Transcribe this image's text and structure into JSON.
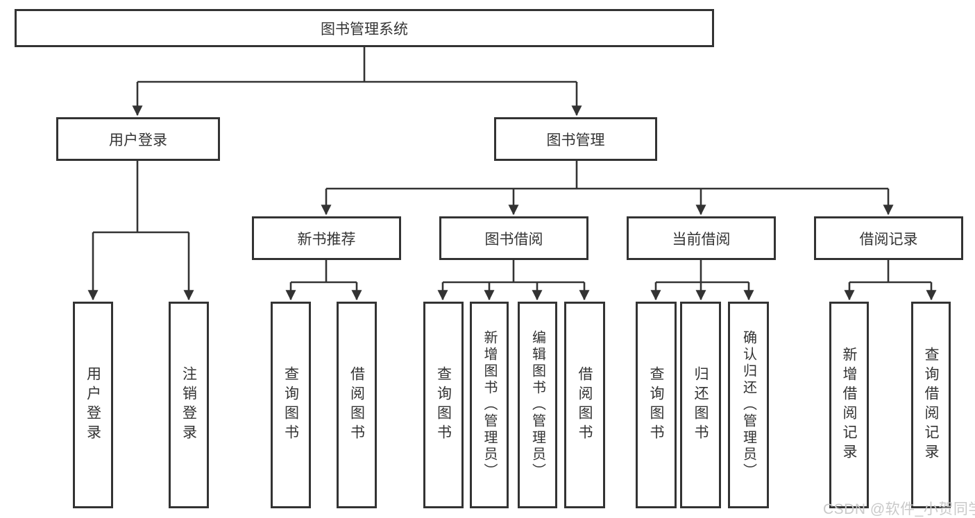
{
  "diagram": {
    "type": "hierarchy-tree",
    "root": "图书管理系统",
    "children": [
      {
        "label": "用户登录",
        "children": [
          {
            "label": "用户登录"
          },
          {
            "label": "注销登录"
          }
        ]
      },
      {
        "label": "图书管理",
        "children": [
          {
            "label": "新书推荐",
            "children": [
              {
                "label": "查询图书"
              },
              {
                "label": "借阅图书"
              }
            ]
          },
          {
            "label": "图书借阅",
            "children": [
              {
                "label": "查询图书"
              },
              {
                "label": "新增图书（管理员）"
              },
              {
                "label": "编辑图书（管理员）"
              },
              {
                "label": "借阅图书"
              }
            ]
          },
          {
            "label": "当前借阅",
            "children": [
              {
                "label": "查询图书"
              },
              {
                "label": "归还图书"
              },
              {
                "label": "确认归还（管理员）"
              }
            ]
          },
          {
            "label": "借阅记录",
            "children": [
              {
                "label": "新增借阅记录"
              },
              {
                "label": "查询借阅记录"
              }
            ]
          }
        ]
      }
    ]
  },
  "watermark": "CSDN @软件_小贺同学",
  "colors": {
    "line": "#333333",
    "box_border": "#333333",
    "text": "#333333",
    "watermark": "#c9c9c9",
    "background": "#ffffff"
  }
}
